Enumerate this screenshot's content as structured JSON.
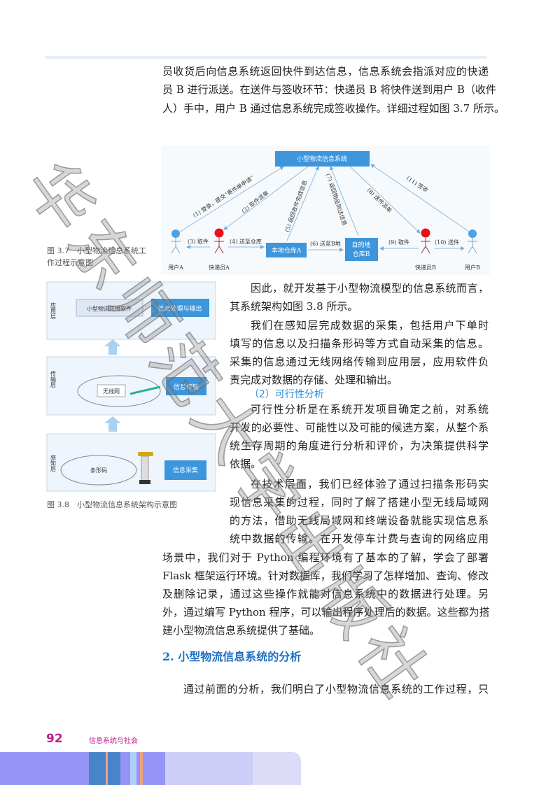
{
  "body_top": [
    "员收货后向信息系统返回快件到达信息，信息系统会指派对应的快递",
    "员 B 进行派送。在送件与签收环节：快递员 B 将快件送到用户 B（收件",
    "人）手中，用户 B 通过信息系统完成签收操作。详细过程如图 3.7 所示。"
  ],
  "fig37": {
    "caption_lines": [
      "图 3.7　小型物流信息系统工",
      "作过程示意图"
    ],
    "system": "小型物流信息系统",
    "warehouse_a": "本地仓库A",
    "dest_b_lines": [
      "目的地",
      "仓库B"
    ],
    "actors": [
      "用户A",
      "快递员A",
      "快递员B",
      "用户B"
    ],
    "steps": {
      "s1": "(1) 登录，提交“寄件单申请”",
      "s2": "(2) 取件派单",
      "s3": "(3) 取件",
      "s4": "(4) 送至仓库",
      "s5": "(5) 返回收件完成信息",
      "s6": "(6) 送至B地",
      "s7": "(7) 返回物品到达信息",
      "s8": "(8) 送件派单",
      "s9": "(9) 取件",
      "s10": "(10) 送件",
      "s11": "(11) 签收"
    },
    "colors": {
      "box": "#3d95dc",
      "user": "#4aa3e8",
      "courier": "#e8101a"
    }
  },
  "fig38": {
    "caption": "图 3.8　小型物流信息系统架构示意图",
    "layers": [
      {
        "name": "应用层",
        "left": "小型物流应用软件",
        "right": "信息处理与输出"
      },
      {
        "name": "传输层",
        "left": "无线网",
        "right": "信息传输"
      },
      {
        "name": "感知层",
        "left": "条形码",
        "right": "信息采集"
      }
    ]
  },
  "right_col": [
    "因此，就开发基于小型物流模型的信息系统而言，",
    "其系统架构如图 3.8 所示。",
    "我们在感知层完成数据的采集，包括用户下单时",
    "填写的信息以及扫描条形码等方式自动采集的信息。",
    "采集的信息通过无线网络传输到应用层，应用软件负",
    "责完成对数据的存储、处理和输出。",
    "可行性分析是在系统开发项目确定之前，对系统",
    "开发的必要性、可能性以及可能的候选方案，从整个系",
    "统生存周期的角度进行分析和评价，为决策提供科学",
    "依据。",
    "在技术层面，我们已经体验了通过扫描条形码实",
    "现信息采集的过程，同时了解了搭建小型无线局域网",
    "的方法，借助无线局域网和终端设备就能实现信息系",
    "统中数据的传输。在开发停车计费与查询的网络应用"
  ],
  "subheading": "（2）可行性分析",
  "body_bottom": [
    "场景中，我们对于 Python 编程环境有了基本的了解，学会了部署",
    "Flask 框架运行环境。针对数据库，我们学习了怎样增加、查询、修改",
    "及删除记录，通过这些操作就能对信息系统中的数据进行处理。另",
    "外，通过编写 Python 程序，可以输出程序处理后的数据。这些都为搭",
    "建小型物流信息系统提供了基础。"
  ],
  "section_heading": "2.  小型物流信息系统的分析",
  "last_line": "通过前面的分析，我们明白了小型物流信息系统的工作过程，只",
  "footer": {
    "page_number": "92",
    "book_title": "信息系统与社会"
  },
  "watermark": "华东师范大学出版社",
  "colors": {
    "accent": "#1f6fc0",
    "subheading": "#2f8fd8",
    "footer": "#c0208a",
    "band": "#9595f8"
  }
}
